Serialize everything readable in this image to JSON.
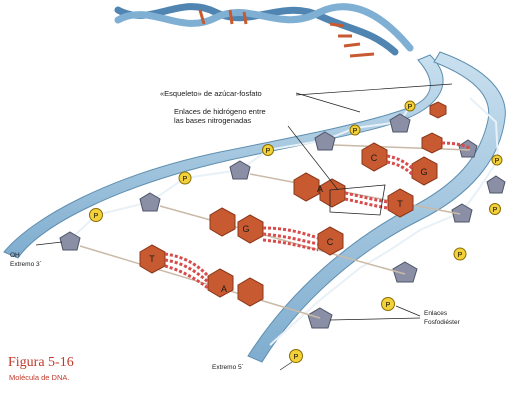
{
  "labels": {
    "backbone": "«Esqueleto» de azúcar-fosfato",
    "hbonds_line1": "Enlaces de hidrógeno entre",
    "hbonds_line2": "las bases nitrogenadas",
    "oh": "OH",
    "end3": "Extremo 3´",
    "phosphodiester_line1": "Enlaces",
    "phosphodiester_line2": "Fosfodiéster",
    "end5": "Extremo 5´"
  },
  "figure": {
    "title": "Figura 5-16",
    "subtitle": "Molécula de DNA."
  },
  "base_letters": {
    "pair1_left": "T",
    "pair1_right": "A",
    "pair2_left": "G",
    "pair2_right": "C",
    "pair3_left": "A",
    "pair3_right": "T",
    "pair4_left": "C",
    "pair4_right": "G"
  },
  "phosphate_letter": "P",
  "colors": {
    "backbone_strand": "#9fc4dc",
    "backbone_edge": "#5f8fb0",
    "sugar": "#8a8fa6",
    "phosphate": "#f2d13a",
    "base": "#c75a30",
    "hbond": "#d94a4a"
  }
}
